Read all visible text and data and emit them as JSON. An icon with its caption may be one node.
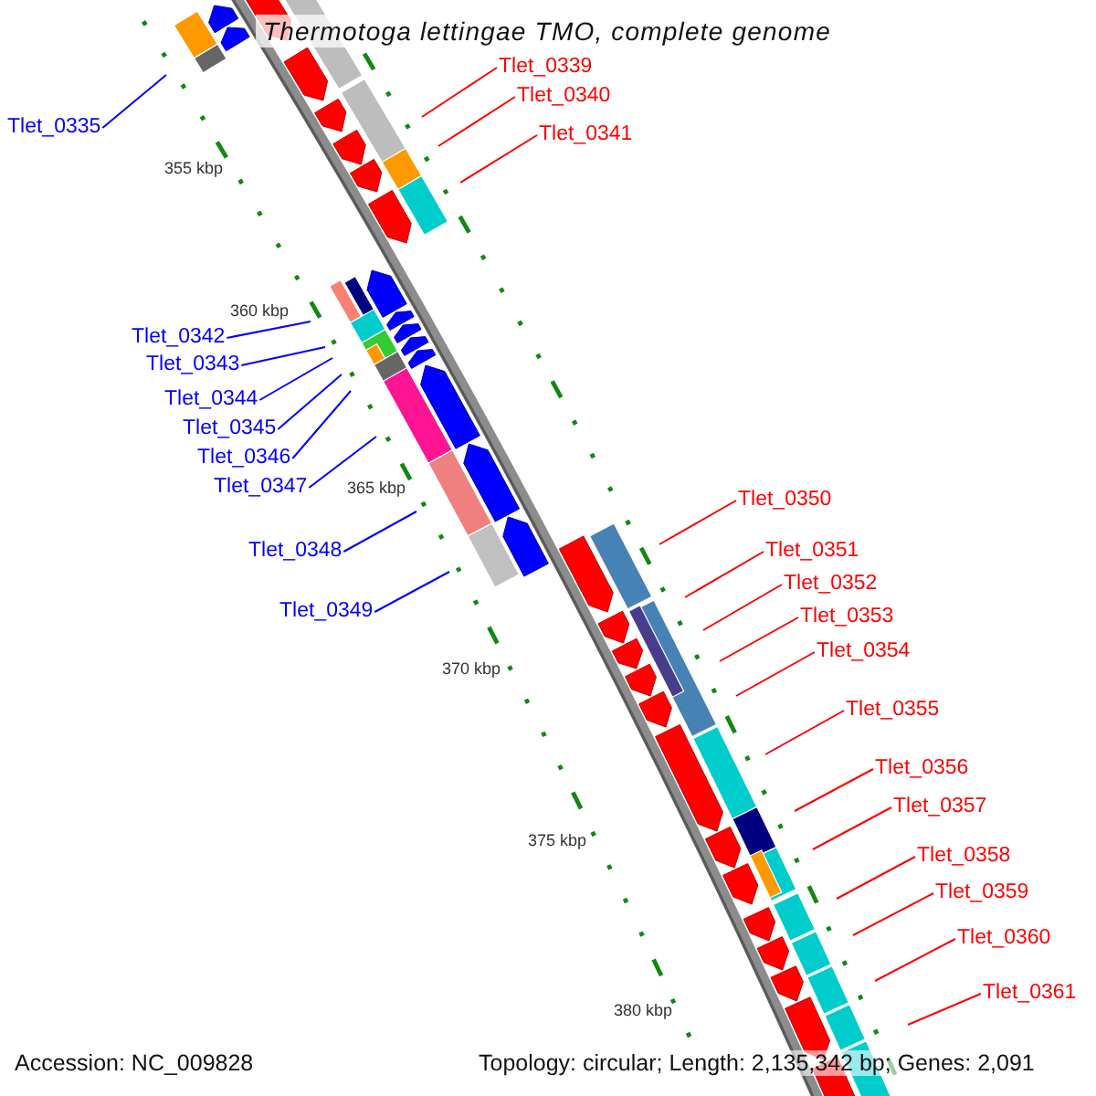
{
  "diagram": {
    "title": "Thermotoga lettingae TMO, complete genome",
    "nodes": [
      {
        "text": [
          "Tlet_0335"
        ]
      },
      {
        "text": [
          "Tlet_0339"
        ]
      },
      {
        "text": [
          "Tlet_0340"
        ]
      },
      {
        "text": [
          "Tlet_0341"
        ]
      },
      {
        "text": [
          "Tlet_0342"
        ]
      },
      {
        "text": [
          "Tlet_0343"
        ]
      },
      {
        "text": [
          "Tlet_0344"
        ]
      },
      {
        "text": [
          "Tlet_0345"
        ]
      },
      {
        "text": [
          "Tlet_0346"
        ]
      },
      {
        "text": [
          "Tlet_0347"
        ]
      },
      {
        "text": [
          "Tlet_0348"
        ]
      },
      {
        "text": [
          "Tlet_0349"
        ]
      },
      {
        "text": [
          "Tlet_0350"
        ]
      },
      {
        "text": [
          "Tlet_0351"
        ]
      },
      {
        "text": [
          "Tlet_0352"
        ]
      },
      {
        "text": [
          "Tlet_0353"
        ]
      },
      {
        "text": [
          "Tlet_0354"
        ]
      },
      {
        "text": [
          "Tlet_0355"
        ]
      },
      {
        "text": [
          "Tlet_0356"
        ]
      },
      {
        "text": [
          "Tlet_0357"
        ]
      },
      {
        "text": [
          "Tlet_0358"
        ]
      },
      {
        "text": [
          "Tlet_0359"
        ]
      },
      {
        "text": [
          "Tlet_0360"
        ]
      },
      {
        "text": [
          "Tlet_0361"
        ]
      }
    ],
    "edges": [
      {
        "from": 0,
        "to": null,
        "arrow": "none",
        "color": "#0000ff"
      },
      {
        "from": 1,
        "to": null,
        "arrow": "none"
      },
      {
        "from": 2,
        "to": null,
        "arrow": "none"
      },
      {
        "from": 3,
        "to": null,
        "arrow": "none"
      },
      {
        "from": 4,
        "to": null,
        "arrow": "none",
        "color": "#0000ff"
      },
      {
        "from": 5,
        "to": null,
        "arrow": "none",
        "color": "#0000ff"
      },
      {
        "from": 6,
        "to": null,
        "arrow": "none",
        "color": "#0000ff"
      },
      {
        "from": 7,
        "to": null,
        "arrow": "none",
        "color": "#0000ff"
      },
      {
        "from": 8,
        "to": null,
        "arrow": "none",
        "color": "#0000ff"
      },
      {
        "from": 9,
        "to": null,
        "arrow": "none",
        "color": "#0000ff"
      },
      {
        "from": 10,
        "to": null,
        "arrow": "none",
        "color": "#0000ff"
      },
      {
        "from": 11,
        "to": null,
        "arrow": "none",
        "color": "#0000ff"
      },
      {
        "from": 12,
        "to": null,
        "arrow": "none"
      },
      {
        "from": 13,
        "to": null,
        "arrow": "none"
      },
      {
        "from": 14,
        "to": null,
        "arrow": "none"
      },
      {
        "from": 15,
        "to": null,
        "arrow": "none"
      },
      {
        "from": 16,
        "to": null,
        "arrow": "none"
      },
      {
        "from": 17,
        "to": null,
        "arrow": "none"
      },
      {
        "from": 18,
        "to": null,
        "arrow": "none"
      },
      {
        "from": 19,
        "to": null,
        "arrow": "none"
      },
      {
        "from": 20,
        "to": null,
        "arrow": "none"
      },
      {
        "from": 21,
        "to": null,
        "arrow": "none"
      },
      {
        "from": 22,
        "to": null,
        "arrow": "none"
      },
      {
        "from": 23,
        "to": null,
        "arrow": "none"
      }
    ],
    "labels": [
      "355 kbp",
      "360 kbp",
      "365 kbp",
      "370 kbp",
      "375 kbp",
      "380 kbp",
      "Accession: NC_009828",
      "Topology: circular; Length: 2,135,342 bp; Genes: 2,091"
    ]
  }
}
